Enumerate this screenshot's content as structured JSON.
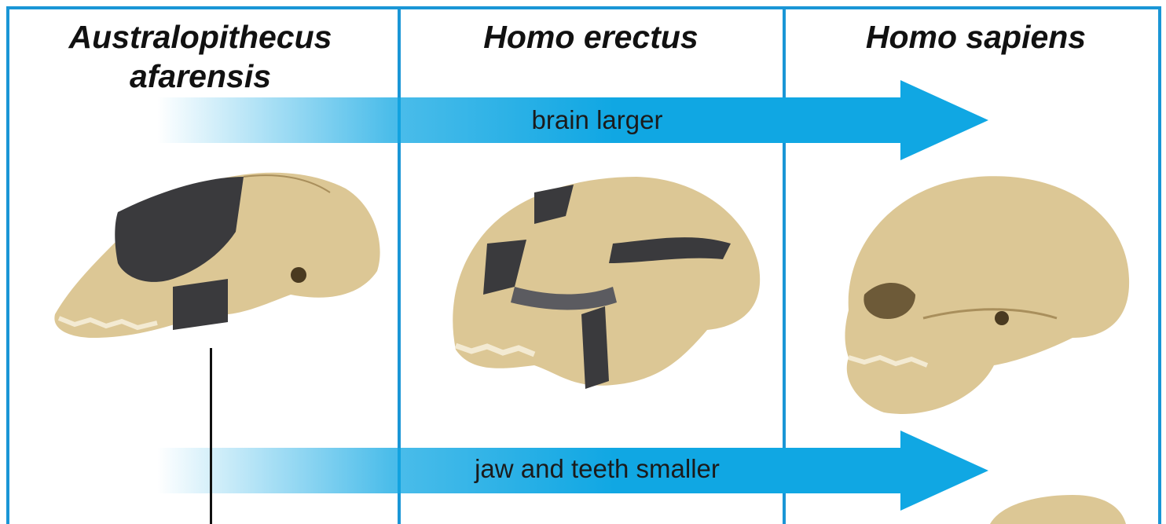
{
  "columns": [
    {
      "species": "Australopithecus",
      "species_line2": "afarensis"
    },
    {
      "species": "Homo erectus"
    },
    {
      "species": "Homo sapiens"
    }
  ],
  "arrows": [
    {
      "label": "brain larger"
    },
    {
      "label": "jaw and teeth smaller"
    }
  ],
  "colors": {
    "frame": "#1a96d6",
    "arrow": "#10a7e3",
    "bone": "#dcc795",
    "fossil_matrix": "#3a3a3d"
  }
}
